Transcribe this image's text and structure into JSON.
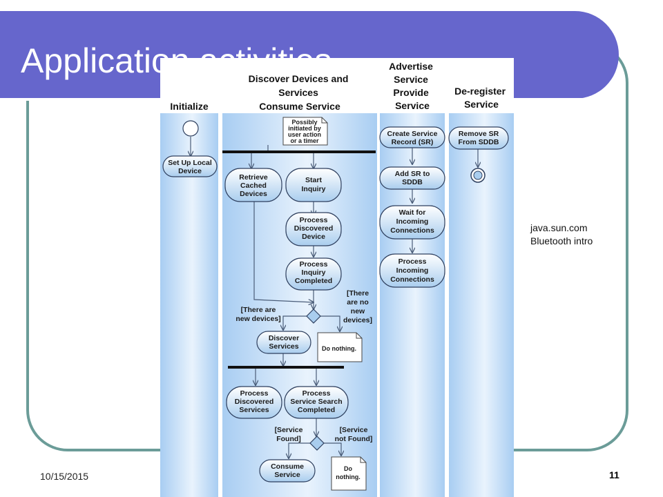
{
  "slide": {
    "title": "Application activities",
    "source_line1": "java.sun.com",
    "source_line2": "Bluetooth intro",
    "date": "10/15/2015",
    "page_number": "11"
  },
  "diagram": {
    "lanes": [
      {
        "lines": [
          "Initialize"
        ]
      },
      {
        "lines": [
          "Discover Devices and",
          "Services",
          "Consume Service"
        ]
      },
      {
        "lines": [
          "Advertise",
          "Service",
          "Provide",
          "Service"
        ]
      },
      {
        "lines": [
          "De-register",
          "Service"
        ]
      }
    ],
    "nodes": {
      "setup": [
        "Set Up Local",
        "Device"
      ],
      "retrieve": [
        "Retrieve",
        "Cached",
        "Devices"
      ],
      "start": [
        "Start",
        "Inquiry"
      ],
      "process_dev": [
        "Process",
        "Discovered",
        "Device"
      ],
      "process_inq": [
        "Process",
        "Inquiry",
        "Completed"
      ],
      "discover_svc": [
        "Discover",
        "Services"
      ],
      "process_svc": [
        "Process",
        "Discovered",
        "Services"
      ],
      "process_search": [
        "Process",
        "Service Search",
        "Completed"
      ],
      "consume": [
        "Consume",
        "Service"
      ],
      "create_sr": [
        "Create Service",
        "Record (SR)"
      ],
      "add_sr": [
        "Add SR to",
        "SDDB"
      ],
      "wait": [
        "Wait for",
        "Incoming",
        "Connections"
      ],
      "process_conn": [
        "Process",
        "Incoming",
        "Connections"
      ],
      "remove_sr": [
        "Remove SR",
        "From SDDB"
      ]
    },
    "notes": {
      "initiated": [
        "Possibly",
        "initiated by",
        "user action",
        "or a timer"
      ],
      "nothing1": [
        "Do nothing."
      ],
      "nothing2": [
        "Do",
        "nothing."
      ]
    },
    "guards": {
      "new_devices": [
        "[There are",
        "new devices]"
      ],
      "no_new_devices": [
        "[There",
        "are no",
        "new",
        "devices]"
      ],
      "found": [
        "[Service",
        "Found]"
      ],
      "not_found": [
        "[Service",
        "not Found]"
      ]
    }
  }
}
